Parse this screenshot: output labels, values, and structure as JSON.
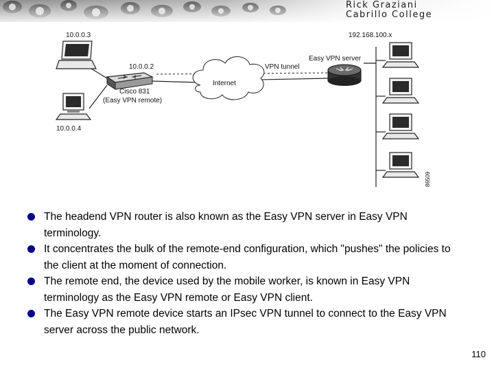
{
  "header": {
    "author_line1": "Rick Graziani",
    "author_line2": "Cabrillo College"
  },
  "diagram": {
    "labels": {
      "laptop_ip": "10.0.0.3",
      "pc_ip": "10.0.0.4",
      "router_ip": "10.0.0.2",
      "router_name": "Cisco 831",
      "router_role": "(Easy VPN remote)",
      "cloud": "Internet",
      "tunnel": "VPN tunnel",
      "server": "Easy VPN server",
      "server_network": "192.168.100.x",
      "figure_id": "86509"
    }
  },
  "bullets": [
    "The headend VPN router is also known as the Easy VPN server in Easy VPN terminology.",
    "It concentrates the bulk of the remote-end configuration, which \"pushes\" the policies to the client at the moment of connection.",
    "The remote end, the device used by the mobile worker, is known in Easy VPN terminology as the Easy VPN remote or Easy VPN client.",
    "The Easy VPN remote device starts an IPsec VPN tunnel to connect to the Easy VPN server across the public network."
  ],
  "page_number": "110"
}
